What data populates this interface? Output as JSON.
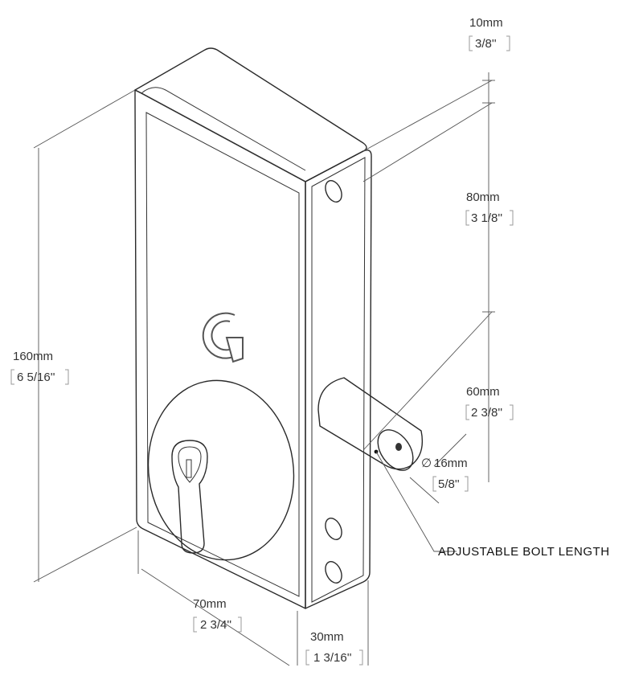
{
  "dimensions": {
    "top_gap": {
      "mm": "10mm",
      "inch": "3/8''"
    },
    "hole_spacing": {
      "mm": "80mm",
      "inch": "3 1/8''"
    },
    "bolt_offset": {
      "mm": "60mm",
      "inch": "2 3/8''"
    },
    "bolt_diameter": {
      "symbol": "∅",
      "mm": "16mm",
      "inch": "5/8''"
    },
    "height": {
      "mm": "160mm",
      "inch": "6 5/16''"
    },
    "width": {
      "mm": "70mm",
      "inch": "2 3/4''"
    },
    "depth": {
      "mm": "30mm",
      "inch": "1 3/16''"
    }
  },
  "callout": {
    "label": "ADJUSTABLE BOLT LENGTH"
  },
  "logo": {
    "letter": "G"
  }
}
